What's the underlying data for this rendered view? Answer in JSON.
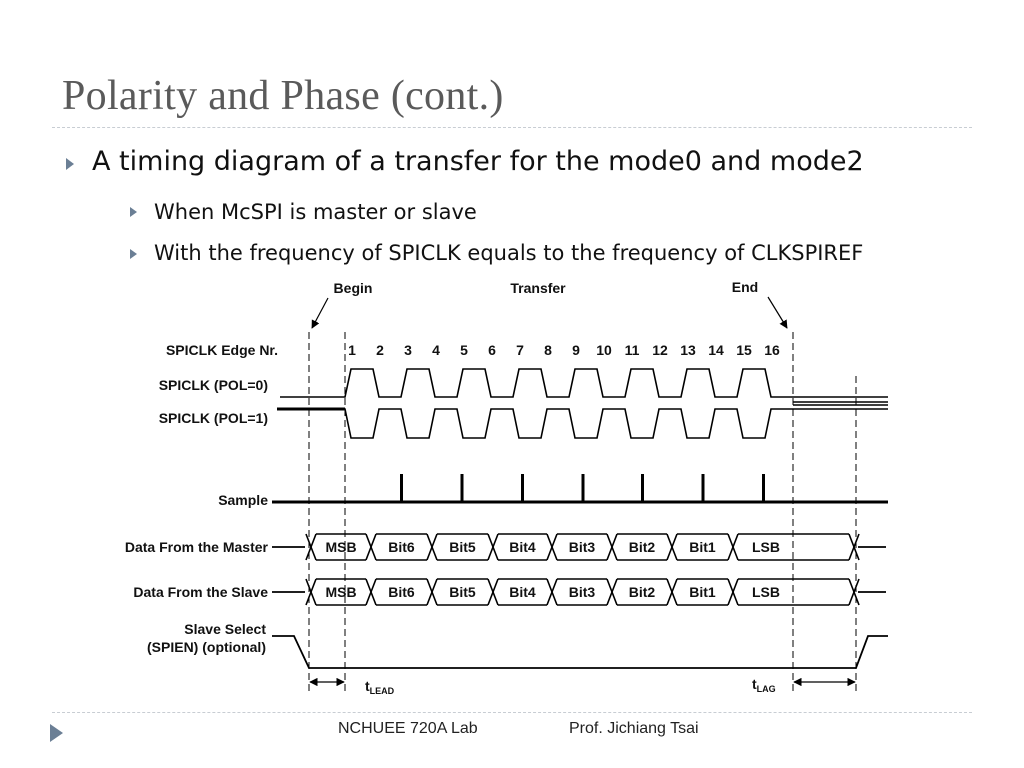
{
  "slide": {
    "title": "Polarity and Phase (cont.)",
    "bullet": "A timing diagram of a transfer for the mode0 and mode2",
    "sub_bullets": [
      "When McSPI is master or slave",
      "With the frequency of SPICLK equals to the frequency of CLKSPIREF"
    ]
  },
  "diagram": {
    "phases": {
      "begin": "Begin",
      "transfer": "Transfer",
      "end": "End"
    },
    "signals": {
      "edge_label": "SPICLK Edge Nr.",
      "clk_pol0": "SPICLK (POL=0)",
      "clk_pol1": "SPICLK (POL=1)",
      "sample": "Sample",
      "data_master": "Data From the Master",
      "data_slave": "Data From the Slave",
      "slave_select_line1": "Slave Select",
      "slave_select_line2": "(SPIEN) (optional)"
    },
    "edge_numbers": [
      "1",
      "2",
      "3",
      "4",
      "5",
      "6",
      "7",
      "8",
      "9",
      "10",
      "11",
      "12",
      "13",
      "14",
      "15",
      "16"
    ],
    "bits": [
      "MSB",
      "Bit6",
      "Bit5",
      "Bit4",
      "Bit3",
      "Bit2",
      "Bit1",
      "LSB"
    ],
    "t_lead": {
      "main": "t",
      "sub": "LEAD"
    },
    "t_lag": {
      "main": "t",
      "sub": "LAG"
    }
  },
  "footer": {
    "lab": "NCHUEE 720A Lab",
    "author": "Prof. Jichiang Tsai"
  },
  "colors": {
    "title": "#5a5a5a",
    "bullet_arrow": "#6b7f95",
    "rule": "#c8cdd3"
  }
}
